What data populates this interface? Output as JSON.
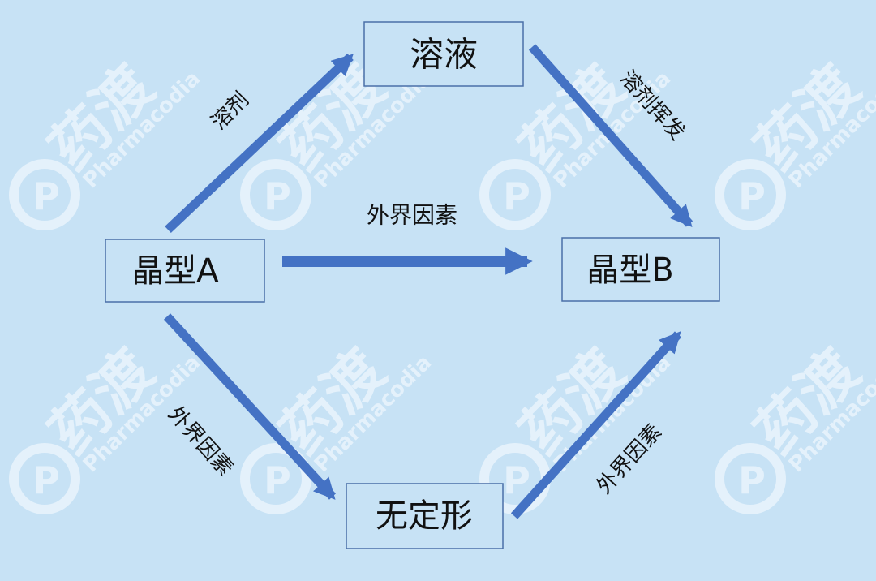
{
  "colors": {
    "background": "#c7e2f5",
    "arrow": "#4472c4",
    "box_border": "#4a6fa8",
    "box_fill": "#c7e2f5",
    "text": "#111111",
    "watermark": "#e4f1fb"
  },
  "nodes": {
    "solution": "溶液",
    "form_a": "晶型A",
    "form_b": "晶型B",
    "amorphous": "无定形"
  },
  "edges": {
    "a_to_solution": "溶剂",
    "solution_to_b": "溶剂挥发",
    "a_to_b": "外界因素",
    "a_to_amorphous": "外界因素",
    "amorphous_to_b": "外界因素"
  },
  "watermark": {
    "brand": "药渡",
    "latin": "Pharmacodia",
    "logo_letter": "P"
  }
}
